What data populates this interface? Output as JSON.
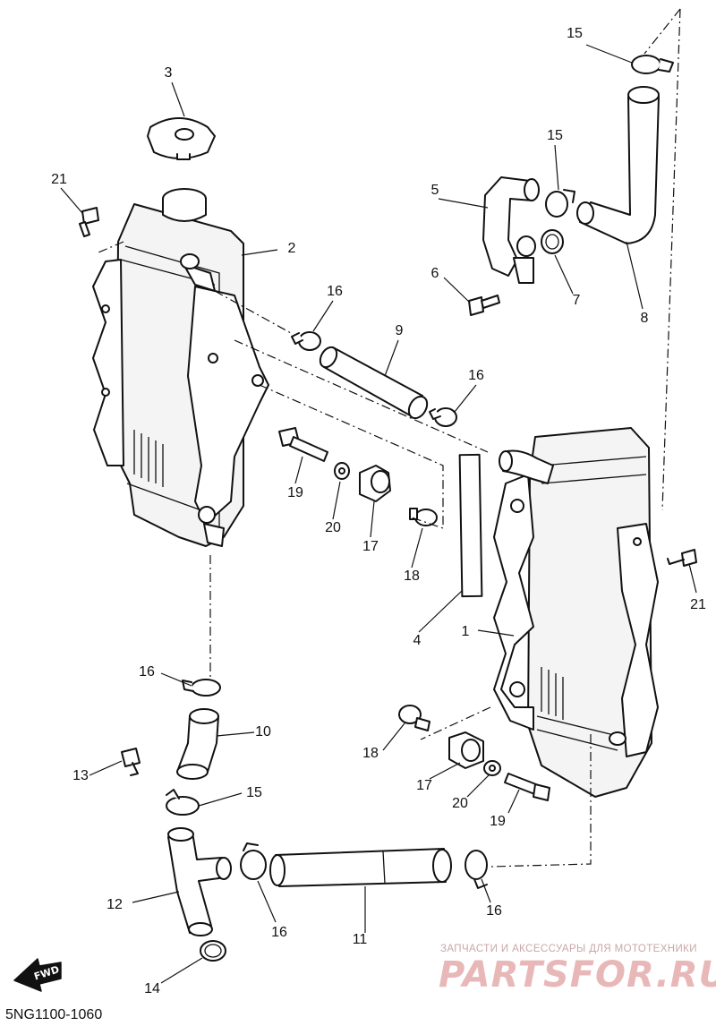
{
  "diagram_code": "5NG1100-1060",
  "watermark": {
    "subtitle": "ЗАПЧАСТИ И АКСЕССУАРЫ ДЛЯ МОТОТЕХНИКИ",
    "brand": "PARTSFOR.RU"
  },
  "direction_badge": "FWD",
  "callouts": {
    "c1": "1",
    "c2": "2",
    "c3": "3",
    "c4": "4",
    "c5": "5",
    "c6": "6",
    "c7": "7",
    "c8": "8",
    "c9": "9",
    "c10": "10",
    "c11": "11",
    "c12": "12",
    "c13": "13",
    "c14": "14",
    "c15a": "15",
    "c15b": "15",
    "c15c": "15",
    "c16a": "16",
    "c16b": "16",
    "c16c": "16",
    "c16d": "16",
    "c16e": "16",
    "c17a": "17",
    "c17b": "17",
    "c18a": "18",
    "c18b": "18",
    "c19a": "19",
    "c19b": "19",
    "c20a": "20",
    "c20b": "20",
    "c21a": "21",
    "c21b": "21"
  }
}
